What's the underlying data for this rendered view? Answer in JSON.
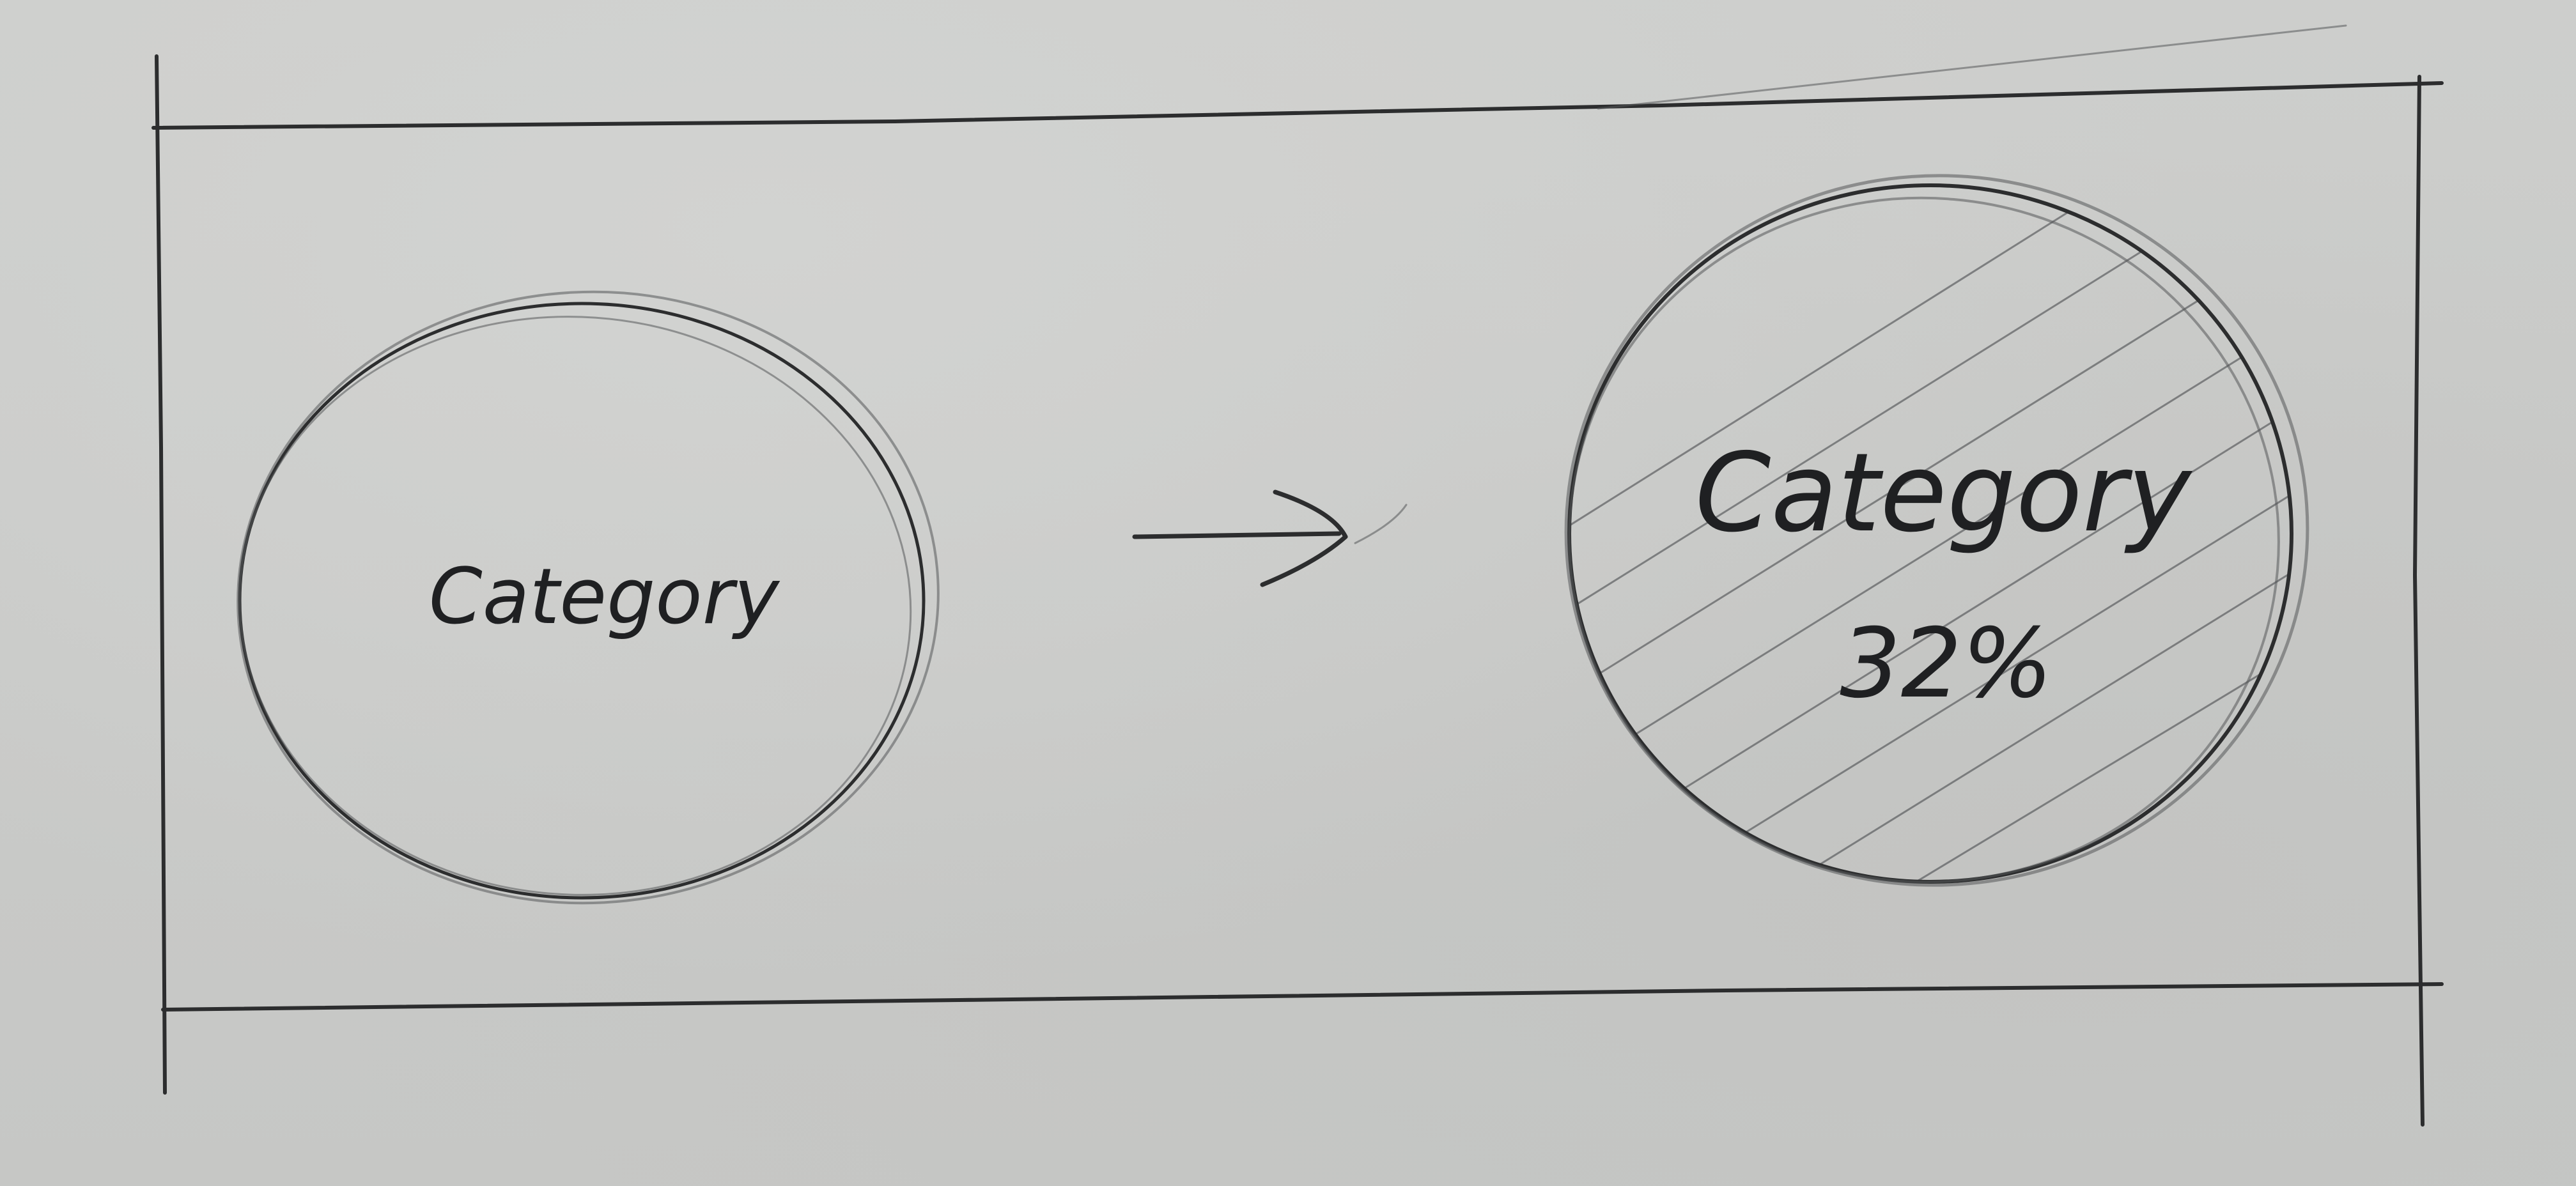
{
  "sketch": {
    "left_bubble": {
      "label": "Category"
    },
    "right_bubble": {
      "label": "Category",
      "value": "32%"
    },
    "arrow": {
      "direction": "right"
    }
  },
  "colors": {
    "paper": "#c8c9c7",
    "pencil": "#2c2d2e"
  }
}
